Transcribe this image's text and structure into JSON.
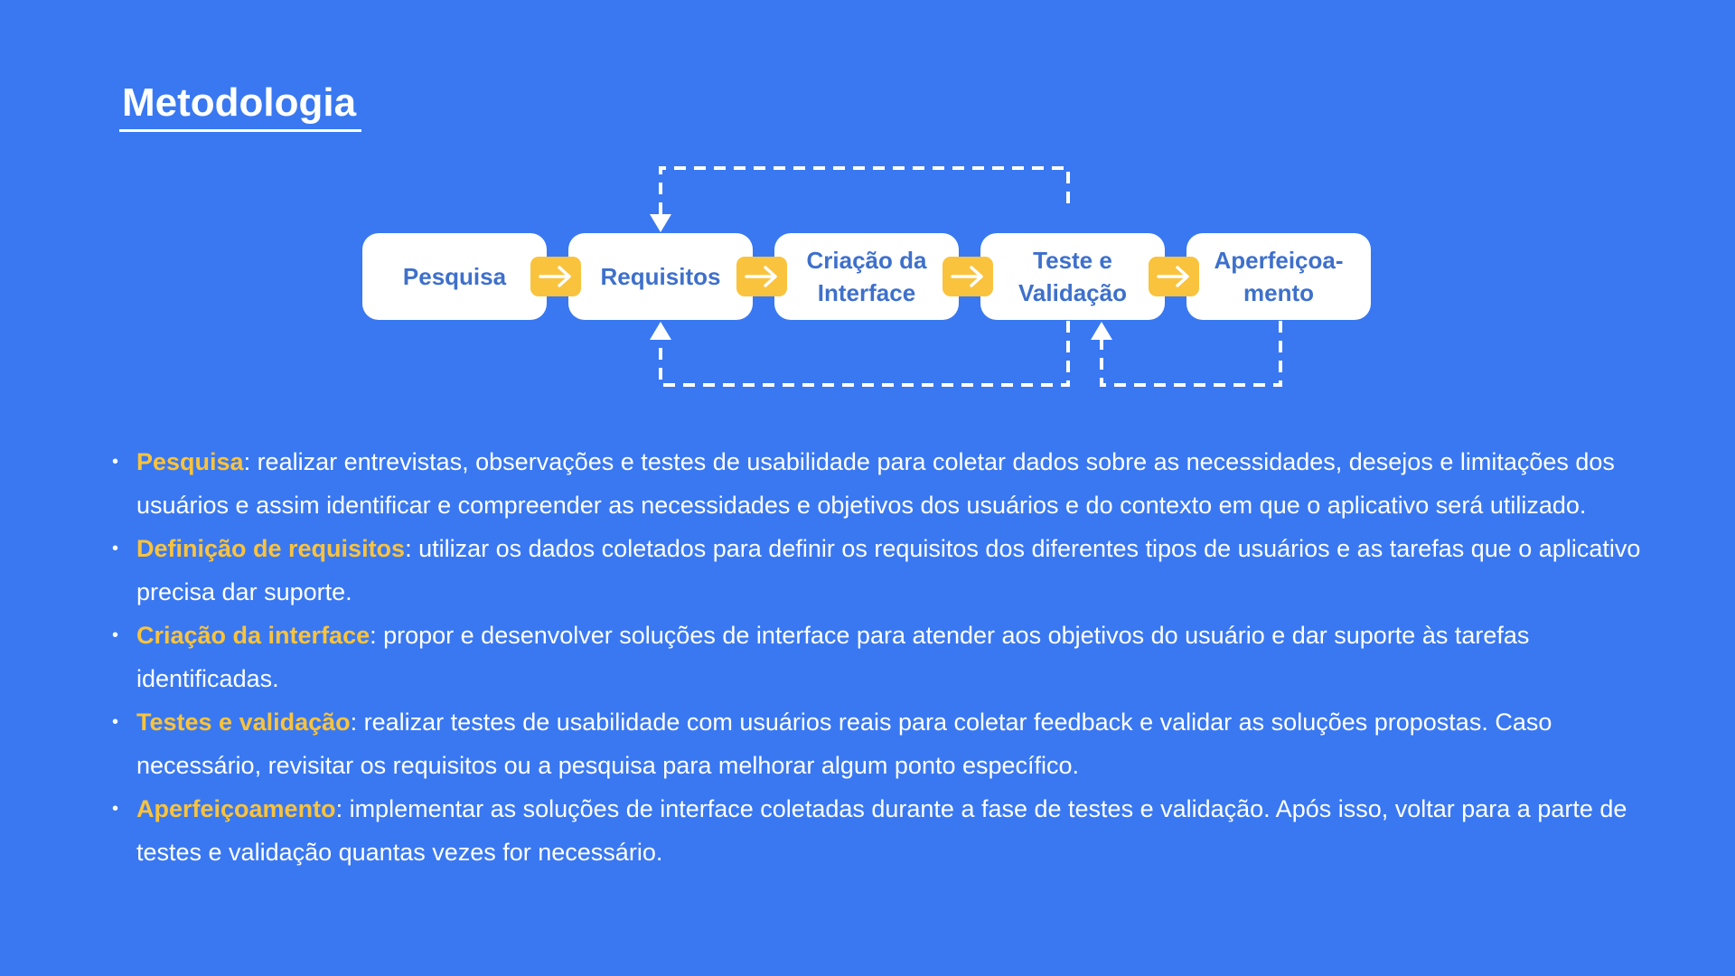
{
  "title": "Metodologia",
  "colors": {
    "background": "#3978F1",
    "accent": "#F9C33D",
    "box_text": "#3E70CC",
    "box_fill": "#FFFFFF"
  },
  "flow": {
    "steps": [
      {
        "label": "Pesquisa"
      },
      {
        "label": "Requisitos"
      },
      {
        "label": "Criação da\nInterface"
      },
      {
        "label": "Teste e\nValidação"
      },
      {
        "label": "Aperfeiçoa-\nmento"
      }
    ],
    "connector_icon": "arrow-right-icon",
    "feedback_loops": [
      {
        "from": "Teste e\nValidação",
        "to": "Requisitos",
        "route": "top"
      },
      {
        "from": "Teste e\nValidação",
        "to": "Requisitos",
        "route": "bottom"
      },
      {
        "from": "Aperfeiçoa-\nmento",
        "to": "Teste e\nValidação",
        "route": "bottom"
      }
    ]
  },
  "items": [
    {
      "term": "Pesquisa",
      "text": ": realizar entrevistas, observações e testes de usabilidade para coletar dados sobre as necessidades, desejos e limitações dos usuários e assim identificar e compreender as necessidades e objetivos dos usuários e do contexto em que o aplicativo será utilizado."
    },
    {
      "term": "Definição de requisitos",
      "text": ": utilizar os dados coletados para definir os requisitos dos diferentes tipos de usuários e as tarefas que o aplicativo precisa dar suporte."
    },
    {
      "term": "Criação da interface",
      "text": ": propor e desenvolver soluções de interface para atender aos objetivos do usuário e dar suporte às tarefas identificadas."
    },
    {
      "term": "Testes e validação",
      "text": ": realizar testes de usabilidade com usuários reais para coletar feedback e validar as soluções propostas. Caso necessário, revisitar os requisitos ou a pesquisa para melhorar algum ponto específico."
    },
    {
      "term": "Aperfeiçoamento",
      "text": ": implementar as soluções de interface coletadas durante a fase de testes e validação. Após isso, voltar para a parte de testes e validação quantas vezes for necessário."
    }
  ]
}
